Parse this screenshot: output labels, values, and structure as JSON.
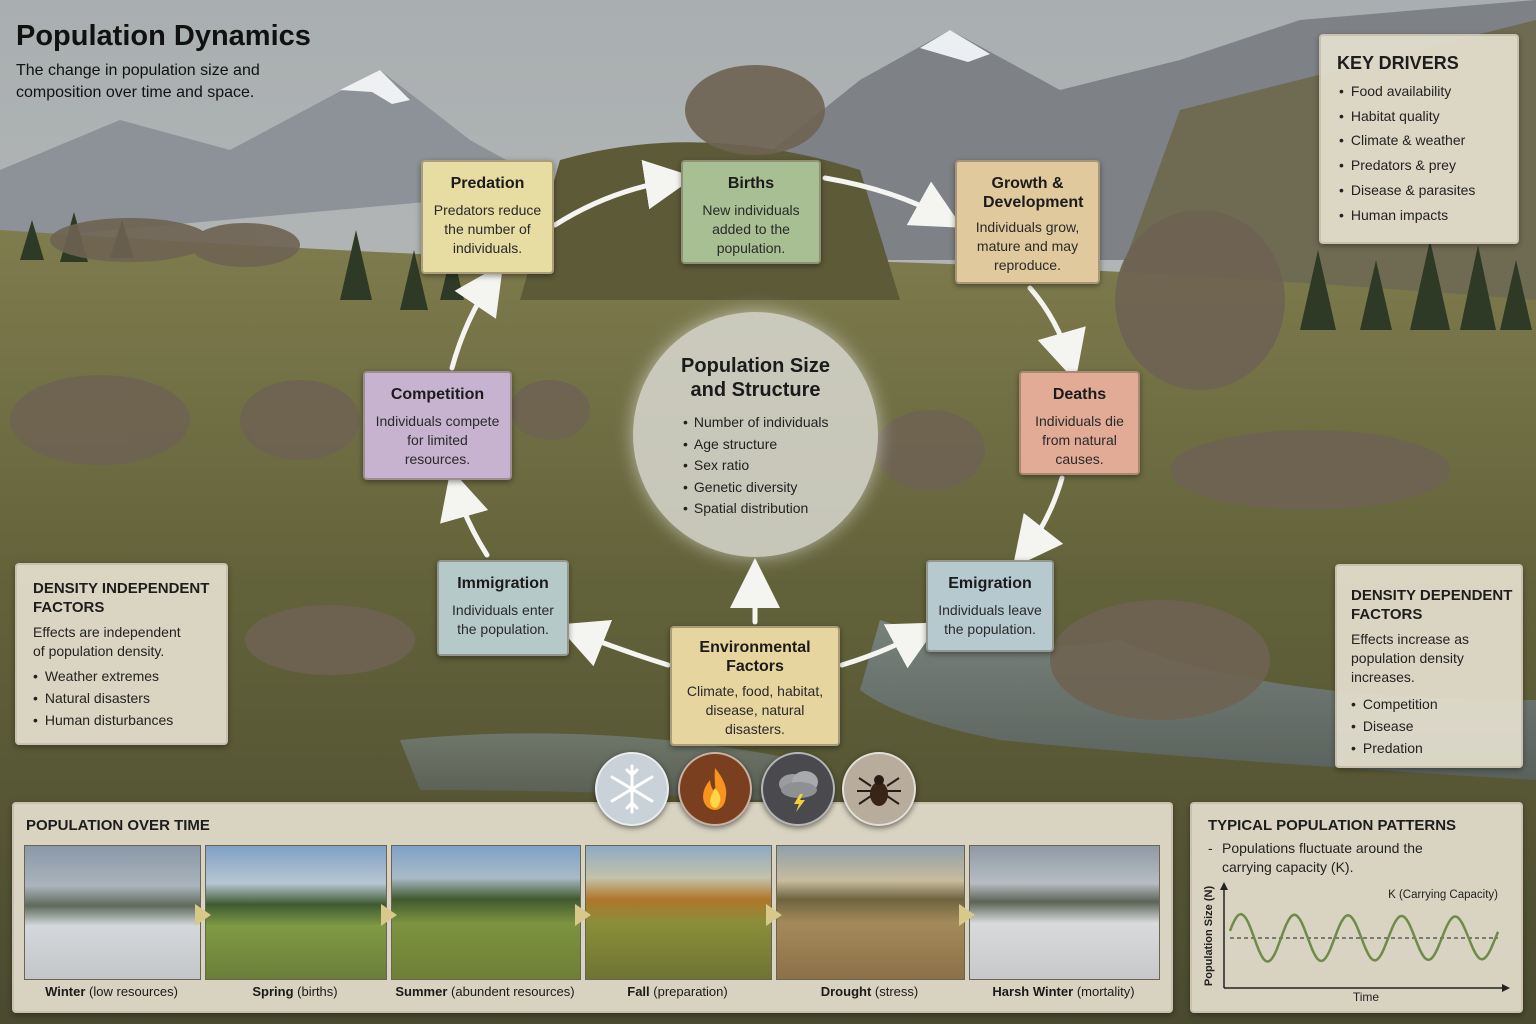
{
  "title": "Population Dynamics",
  "subtitle": "The change in population size and composition over time and space.",
  "key_drivers": {
    "heading": "KEY DRIVERS",
    "items": [
      "Food availability",
      "Habitat quality",
      "Climate & weather",
      "Predators & prey",
      "Disease & parasites",
      "Human impacts"
    ]
  },
  "cycle": {
    "predation": {
      "title": "Predation",
      "text": "Predators reduce the number of individuals."
    },
    "births": {
      "title": "Births",
      "text": "New individuals added to the population."
    },
    "growth": {
      "title": "Growth & Development",
      "text": "Individuals grow, mature and may reproduce."
    },
    "competition": {
      "title": "Competition",
      "text": "Individuals compete for limited resources."
    },
    "deaths": {
      "title": "Deaths",
      "text": "Individuals die from natural causes."
    },
    "immigration": {
      "title": "Immigration",
      "text": "Individuals enter the population."
    },
    "emigration": {
      "title": "Emigration",
      "text": "Individuals leave the population."
    },
    "environmental": {
      "title": "Environmental Factors",
      "text": "Climate, food, habitat, disease, natural disasters."
    }
  },
  "center": {
    "title": "Population Size and Structure",
    "items": [
      "Number of individuals",
      "Age structure",
      "Sex ratio",
      "Genetic diversity",
      "Spatial distribution"
    ]
  },
  "density_independent": {
    "heading": "DENSITY INDEPENDENT FACTORS",
    "text": "Effects are independent of population density.",
    "items": [
      "Weather extremes",
      "Natural disasters",
      "Human disturbances"
    ]
  },
  "density_dependent": {
    "heading": "DENSITY DEPENDENT FACTORS",
    "text": "Effects increase as population density increases.",
    "items": [
      "Competition",
      "Disease",
      "Predation"
    ]
  },
  "event_icons": [
    "snowflake-icon",
    "fire-icon",
    "storm-cloud-icon",
    "tick-icon"
  ],
  "timeline": {
    "heading": "POPULATION OVER TIME",
    "seasons": [
      {
        "name": "Winter",
        "detail": "(low resources)"
      },
      {
        "name": "Spring",
        "detail": "(births)"
      },
      {
        "name": "Summer",
        "detail": "(abundent resources)"
      },
      {
        "name": "Fall",
        "detail": "(preparation)"
      },
      {
        "name": "Drought",
        "detail": "(stress)"
      },
      {
        "name": "Harsh Winter",
        "detail": "(mortality)"
      }
    ]
  },
  "patterns": {
    "heading": "TYPICAL POPULATION PATTERNS",
    "text": "Populations fluctuate around the carrying capacity (K).",
    "chart_data": {
      "type": "line",
      "xlabel": "Time",
      "ylabel": "Population Size (N)",
      "annotation": "K (Carrying Capacity)",
      "k_level": 0.5,
      "cycles": 5
    }
  },
  "colors": {
    "predation": "#e7dca2",
    "births": "#a8bf93",
    "growth": "#e0c99c",
    "competition": "#c7b3cf",
    "deaths": "#e1ab96",
    "immigration": "#b6c9c9",
    "emigration": "#b6c9cf",
    "environmental": "#e6d59e"
  }
}
